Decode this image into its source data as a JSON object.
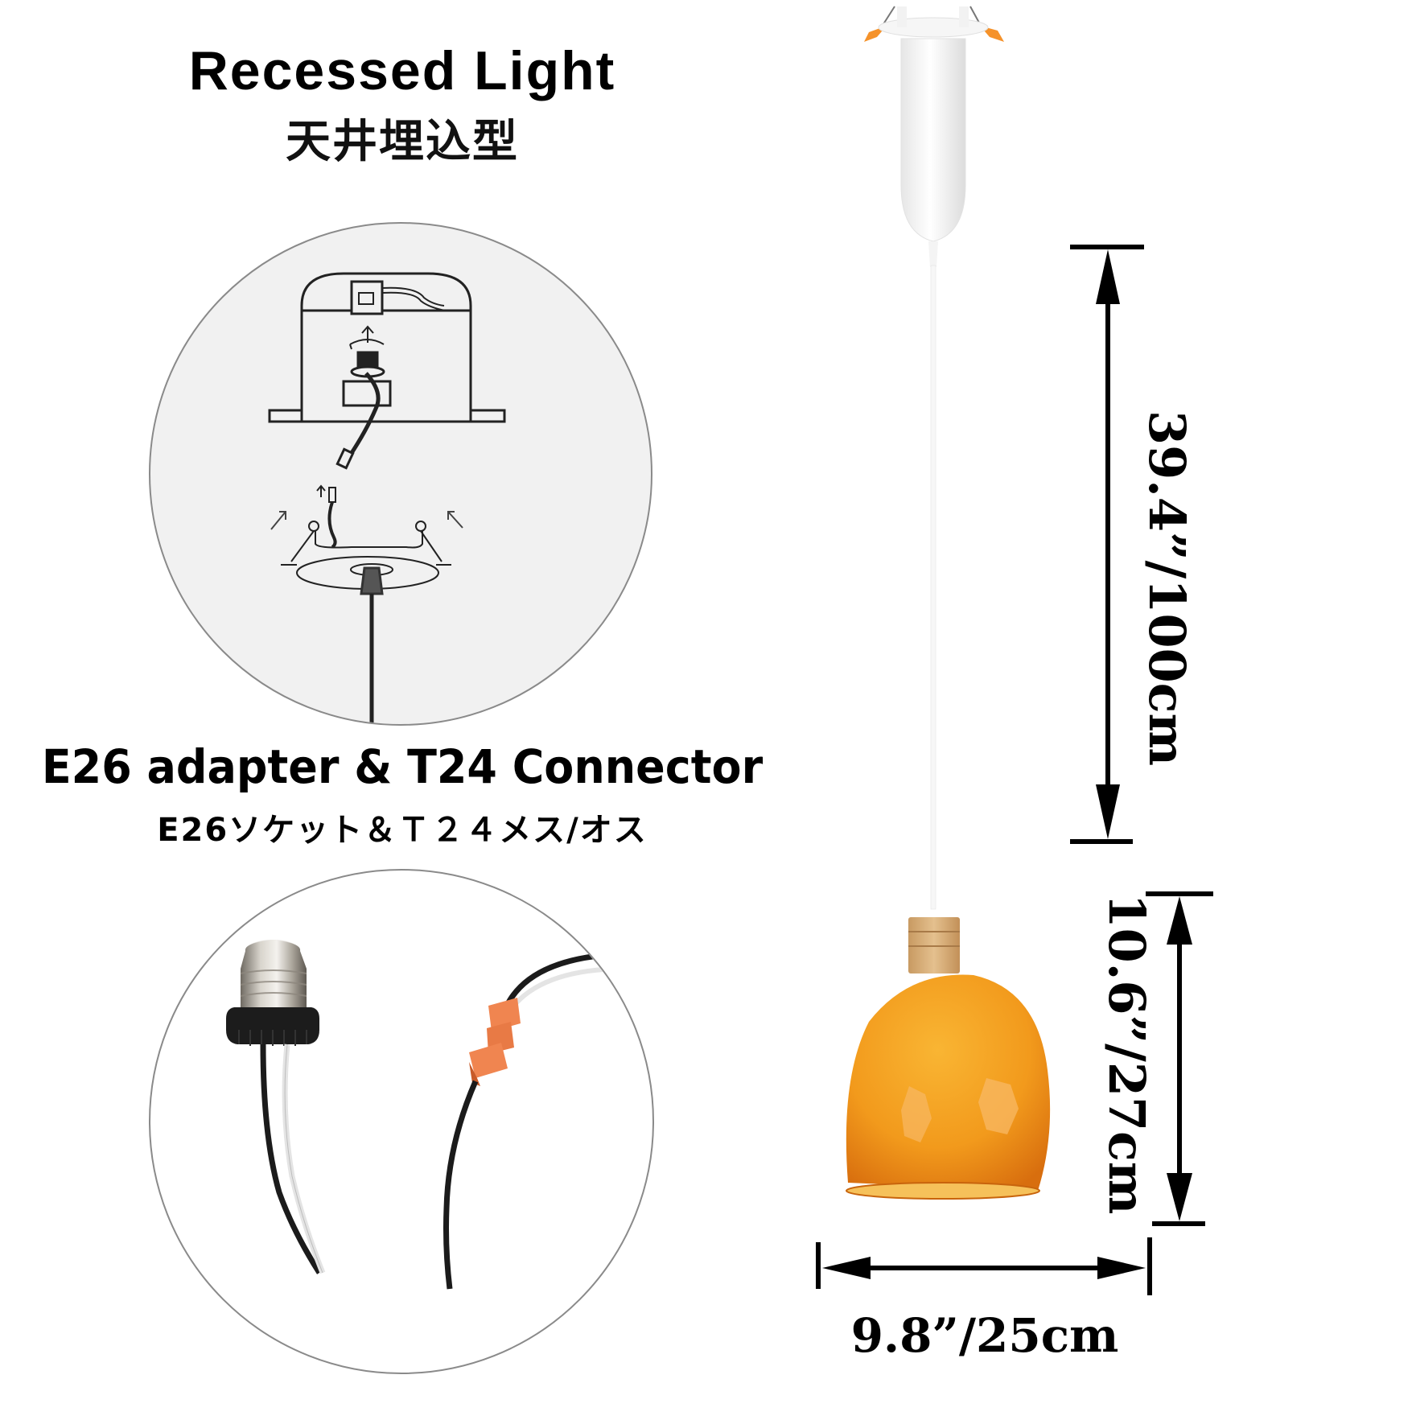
{
  "header": {
    "title": "Recessed Light",
    "subtitle_jp": "天井埋込型"
  },
  "diagram": {
    "label": "recessed-installation-diagram"
  },
  "section2": {
    "title": "E26 adapter & T24 Connector",
    "subtitle_jp": "E26ソケット＆Ｔ２４メス/オス"
  },
  "dimensions": {
    "cord_length": "39.4”/100cm",
    "shade_height": "10.6”/27cm",
    "shade_width": "9.8”/25cm"
  },
  "colors": {
    "shade_orange": "#F29A1C",
    "shade_dark": "#E07A10",
    "wood": "#D9B07A",
    "connector_orange": "#F08550",
    "clip_orange": "#F5922A",
    "diagram_bg": "#F1F1F1"
  }
}
